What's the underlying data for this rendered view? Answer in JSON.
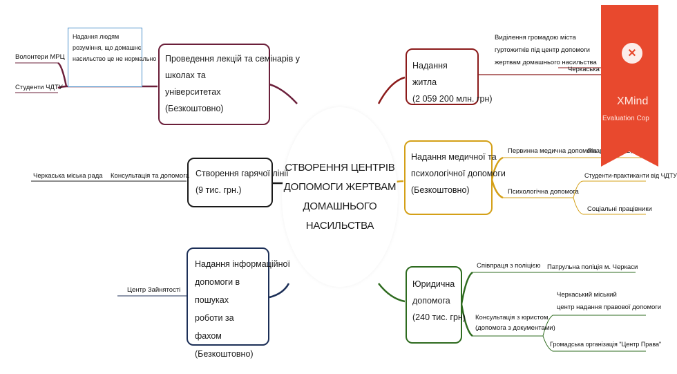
{
  "central_topic": "СТВОРЕННЯ ЦЕНТРІВ ДОПОМОГИ ЖЕРТВАМ ДОМАШНЬОГО НАСИЛЬСТВА",
  "central_lines": [
    "СТВОРЕННЯ ЦЕНТРІВ",
    "ДОПОМОГИ ЖЕРТВАМ",
    "ДОМАШНЬОГО",
    "НАСИЛЬСТВА"
  ],
  "left": {
    "lectures": {
      "title_lines": [
        "Проведення лекцій та семінарів у",
        "школах та університетах",
        "(Безкоштовно)"
      ],
      "goal_lines": [
        "Надання людям",
        "розуміння, що домашнє",
        "насильство це не нормально"
      ],
      "actors": [
        "Волонтери МРЦ",
        "Студенти ЧДТУ"
      ],
      "color": "#6b1f3a"
    },
    "hotline": {
      "title_lines": [
        "Створення гарячої лінії",
        "(9 тис. грн.)"
      ],
      "sub": "Консультація та допомога",
      "actor": "Черкаська міська рада",
      "color": "#1a1a1a"
    },
    "employment": {
      "title_lines": [
        "Надання інформаційної",
        "допомоги в пошуках",
        "роботи за фахом",
        "(Безкоштовно)"
      ],
      "actor": "Центр Зайнятості",
      "color": "#1c2f57"
    }
  },
  "right": {
    "housing": {
      "title_lines": [
        "Надання житла",
        "(2 059 200 млн. грн)"
      ],
      "desc_lines": [
        "Виділення громадою міста",
        "гуртожитків під центр допомоги",
        "жертвам домашнього насильства"
      ],
      "actor": "Черкаська міська рада",
      "color": "#8b1a1a"
    },
    "medical": {
      "title_lines": [
        "Надання медичної та",
        "психологічної допомоги",
        "(Безкоштовно)"
      ],
      "subs": [
        {
          "label": "Первинна медична допомога",
          "actors": [
            "Лікарня №1, 2, 3"
          ]
        },
        {
          "label": "Психологічна допомога",
          "actors": [
            "Студенти-практиканти від ЧДТУ",
            "Соціальні працівники"
          ]
        }
      ],
      "color": "#d4a017"
    },
    "legal": {
      "title_lines": [
        "Юридична",
        "допомога",
        "(240 тис. грн)"
      ],
      "subs": [
        {
          "label_lines": [
            "Співпраця з поліцією"
          ],
          "actors": [
            [
              "Патрульна поліція м. Черкаси"
            ]
          ]
        },
        {
          "label_lines": [
            "Консультація з юристом",
            "(допомога з документами)"
          ],
          "actors": [
            [
              "Черкаський міський",
              "центр надання правової допомоги"
            ],
            [
              "Громадська організація \"Центр Права\""
            ]
          ]
        }
      ],
      "color": "#2e6b1f"
    }
  },
  "watermark": {
    "brand": "XMind",
    "text": "Evaluation Cop",
    "color": "#e8492e"
  }
}
